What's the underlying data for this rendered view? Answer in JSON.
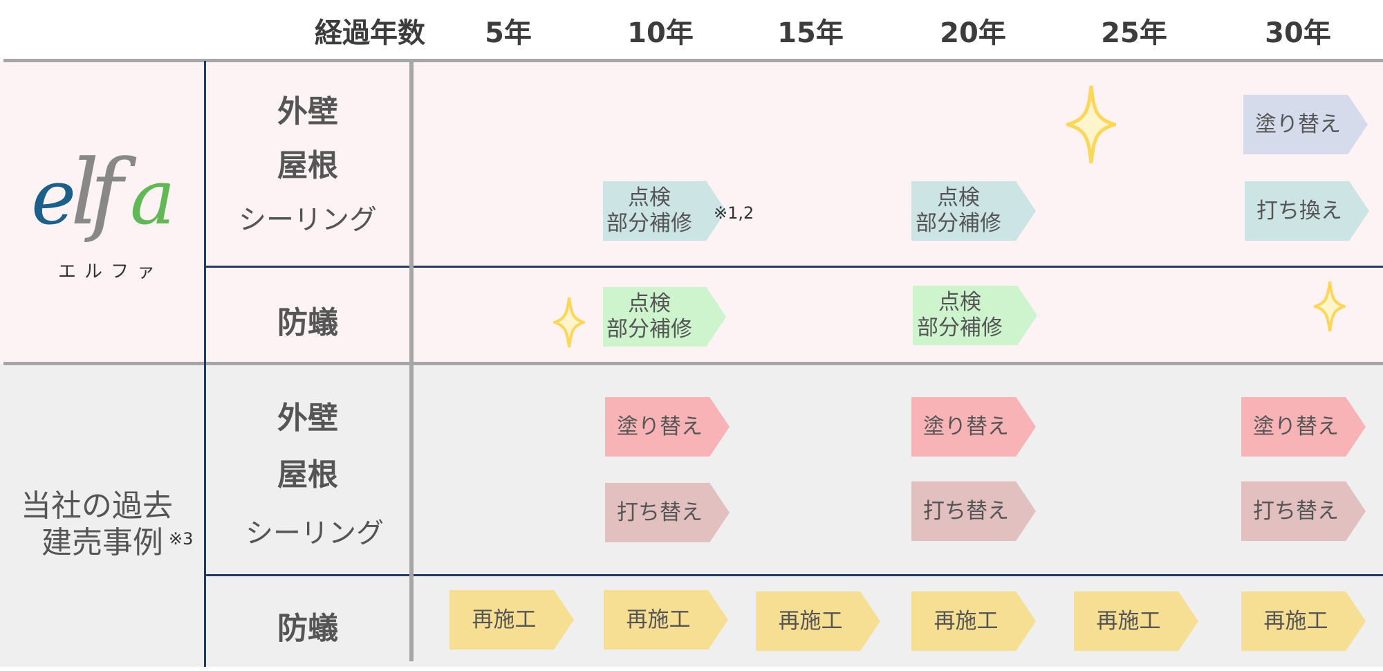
{
  "header": {
    "label": "経過年数",
    "years": [
      "5年",
      "10年",
      "15年",
      "20年",
      "25年",
      "30年"
    ]
  },
  "elfa": {
    "logo_text": "elfa",
    "logo_kana": "エルファ",
    "rows": {
      "wall": "外壁",
      "roof": "屋根",
      "sealing": "シーリング",
      "termite": "防蟻"
    },
    "actions": {
      "inspect_line1": "点検",
      "inspect_line2": "部分補修",
      "repaint": "塗り替え",
      "reseal": "打ち換え"
    },
    "note": "※1,2"
  },
  "past": {
    "label_line1": "当社の過去",
    "label_line2": "建売事例",
    "note": "※3",
    "rows": {
      "wall": "外壁",
      "roof": "屋根",
      "sealing": "シーリング",
      "termite": "防蟻"
    },
    "actions": {
      "repaint": "塗り替え",
      "reseal": "打ち替え",
      "reapply": "再施工"
    }
  },
  "colors": {
    "elfa_band": "#fdf3f4",
    "past_band": "#efefef",
    "divider_gray": "#a6a6a6",
    "divider_navy": "#1f3864",
    "repaint_elfa": "#d5dbeb",
    "reseal_elfa": "#cde4e4",
    "inspect_teal": "#cde4e4",
    "inspect_green": "#cdf4cd",
    "repaint_pink": "#f8b3b6",
    "reseal_pink": "#e3c0c0",
    "reapply_yellow": "#f6df92",
    "star": "#fdd65a",
    "logo_blue": "#1c5f8a",
    "logo_gray": "#888888",
    "logo_green": "#62b857"
  }
}
